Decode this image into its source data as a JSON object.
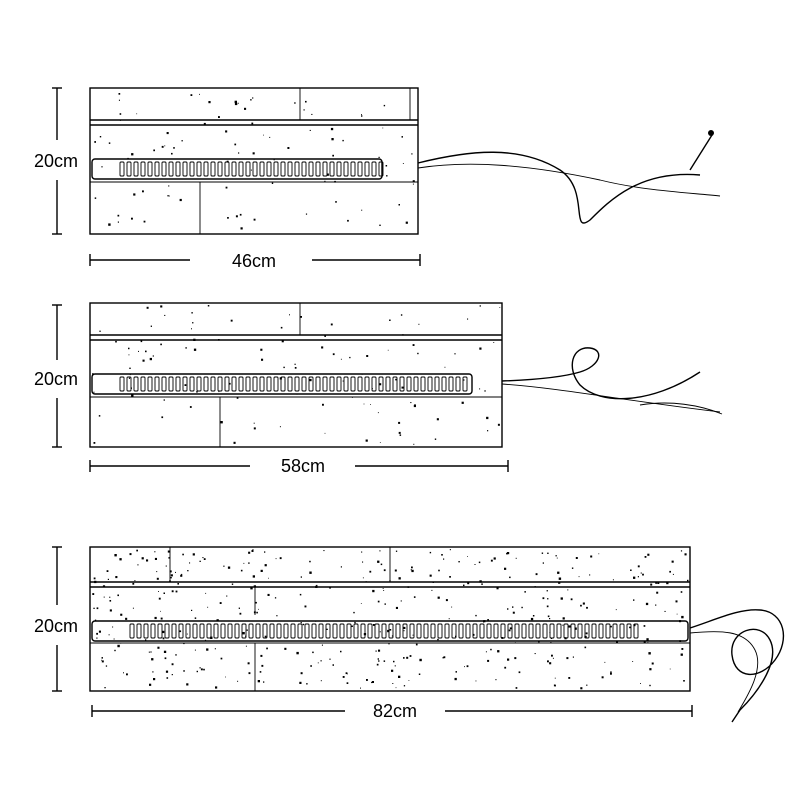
{
  "panels": [
    {
      "id": "small",
      "height_label": "20cm",
      "width_label": "46cm",
      "width_cm": 46,
      "height_cm": 20
    },
    {
      "id": "medium",
      "height_label": "20cm",
      "width_label": "58cm",
      "width_cm": 58,
      "height_cm": 20
    },
    {
      "id": "large",
      "height_label": "20cm",
      "width_label": "82cm",
      "width_cm": 82,
      "height_cm": 20
    }
  ],
  "colors": {
    "ink": "#000000",
    "paper": "#ffffff"
  }
}
